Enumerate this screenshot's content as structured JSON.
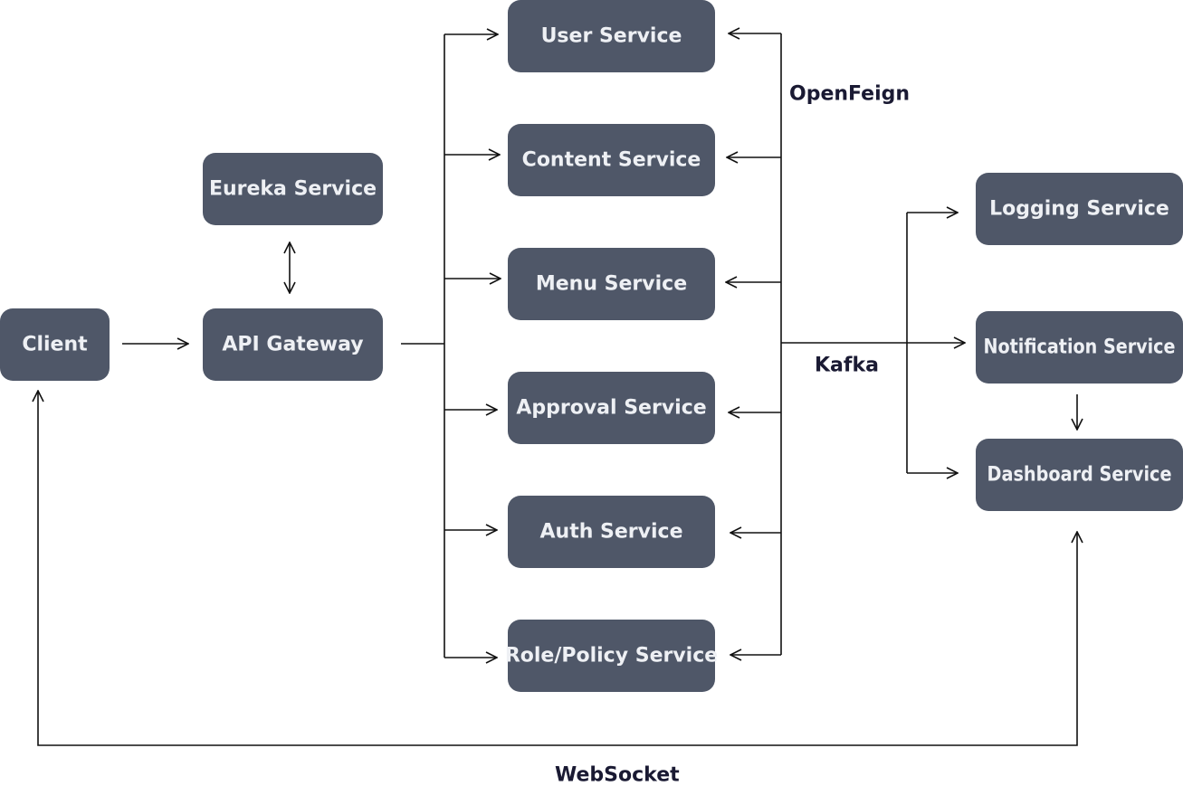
{
  "nodes": {
    "client": "Client",
    "eureka": "Eureka Service",
    "gateway": "API Gateway",
    "user": "User Service",
    "content": "Content Service",
    "menu": "Menu Service",
    "approval": "Approval Service",
    "auth": "Auth Service",
    "role_policy": "Role/Policy Service",
    "logging": "Logging Service",
    "notification": "Notification Service",
    "dashboard": "Dashboard Service"
  },
  "edge_labels": {
    "openfeign": "OpenFeign",
    "kafka": "Kafka",
    "websocket": "WebSocket"
  },
  "colors": {
    "node_fill": "#4f5768",
    "node_text": "#eef0f4",
    "edge": "#111111",
    "edge_label": "#1a1a33"
  }
}
